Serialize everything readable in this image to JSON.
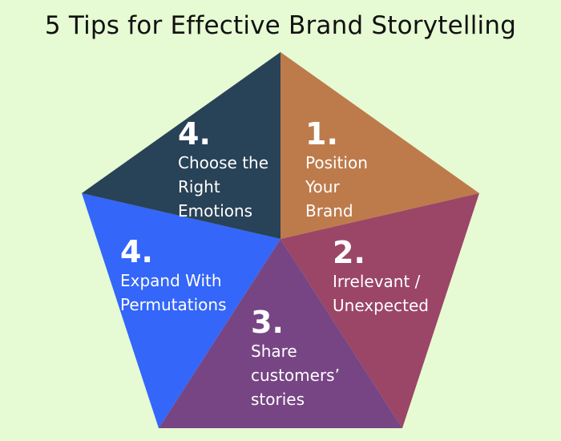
{
  "title": "5 Tips for Effective Brand Storytelling",
  "segments": [
    {
      "number": "1.",
      "text": "Position\nYour\nBrand",
      "color": "#bd7b4c"
    },
    {
      "number": "2.",
      "text": "Irrelevant /\nUnexpected",
      "color": "#9b4567"
    },
    {
      "number": "3.",
      "text": "Share\ncustomers’\nstories",
      "color": "#774584"
    },
    {
      "number": "4.",
      "text": "Expand With\nPermutations",
      "color": "#3366f9"
    },
    {
      "number": "4.",
      "text": "Choose the\nRight\nEmotions",
      "color": "#284257"
    }
  ]
}
